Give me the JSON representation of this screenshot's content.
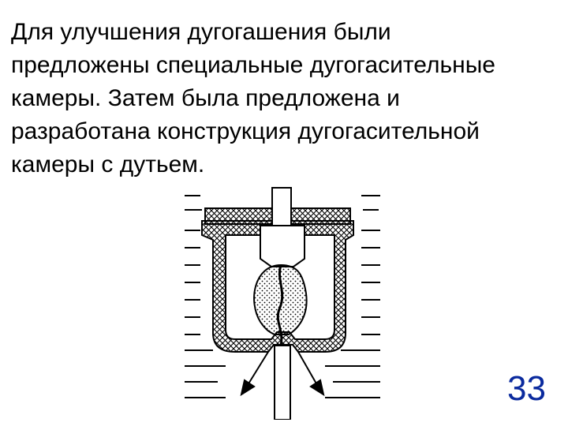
{
  "slide": {
    "text_lines": [
      "Для улучшения дугогашения были",
      "предложены специальные дугогасительные",
      "камеры. Затем была предложена и",
      "разработана конструкция дугогасительной",
      "камеры с дутьем."
    ],
    "page_number": "33"
  },
  "figure": {
    "subject": "arc-extinguishing-chamber-with-blast",
    "colors": {
      "ink": "#000000",
      "page_number": "#0a2a9e"
    }
  }
}
